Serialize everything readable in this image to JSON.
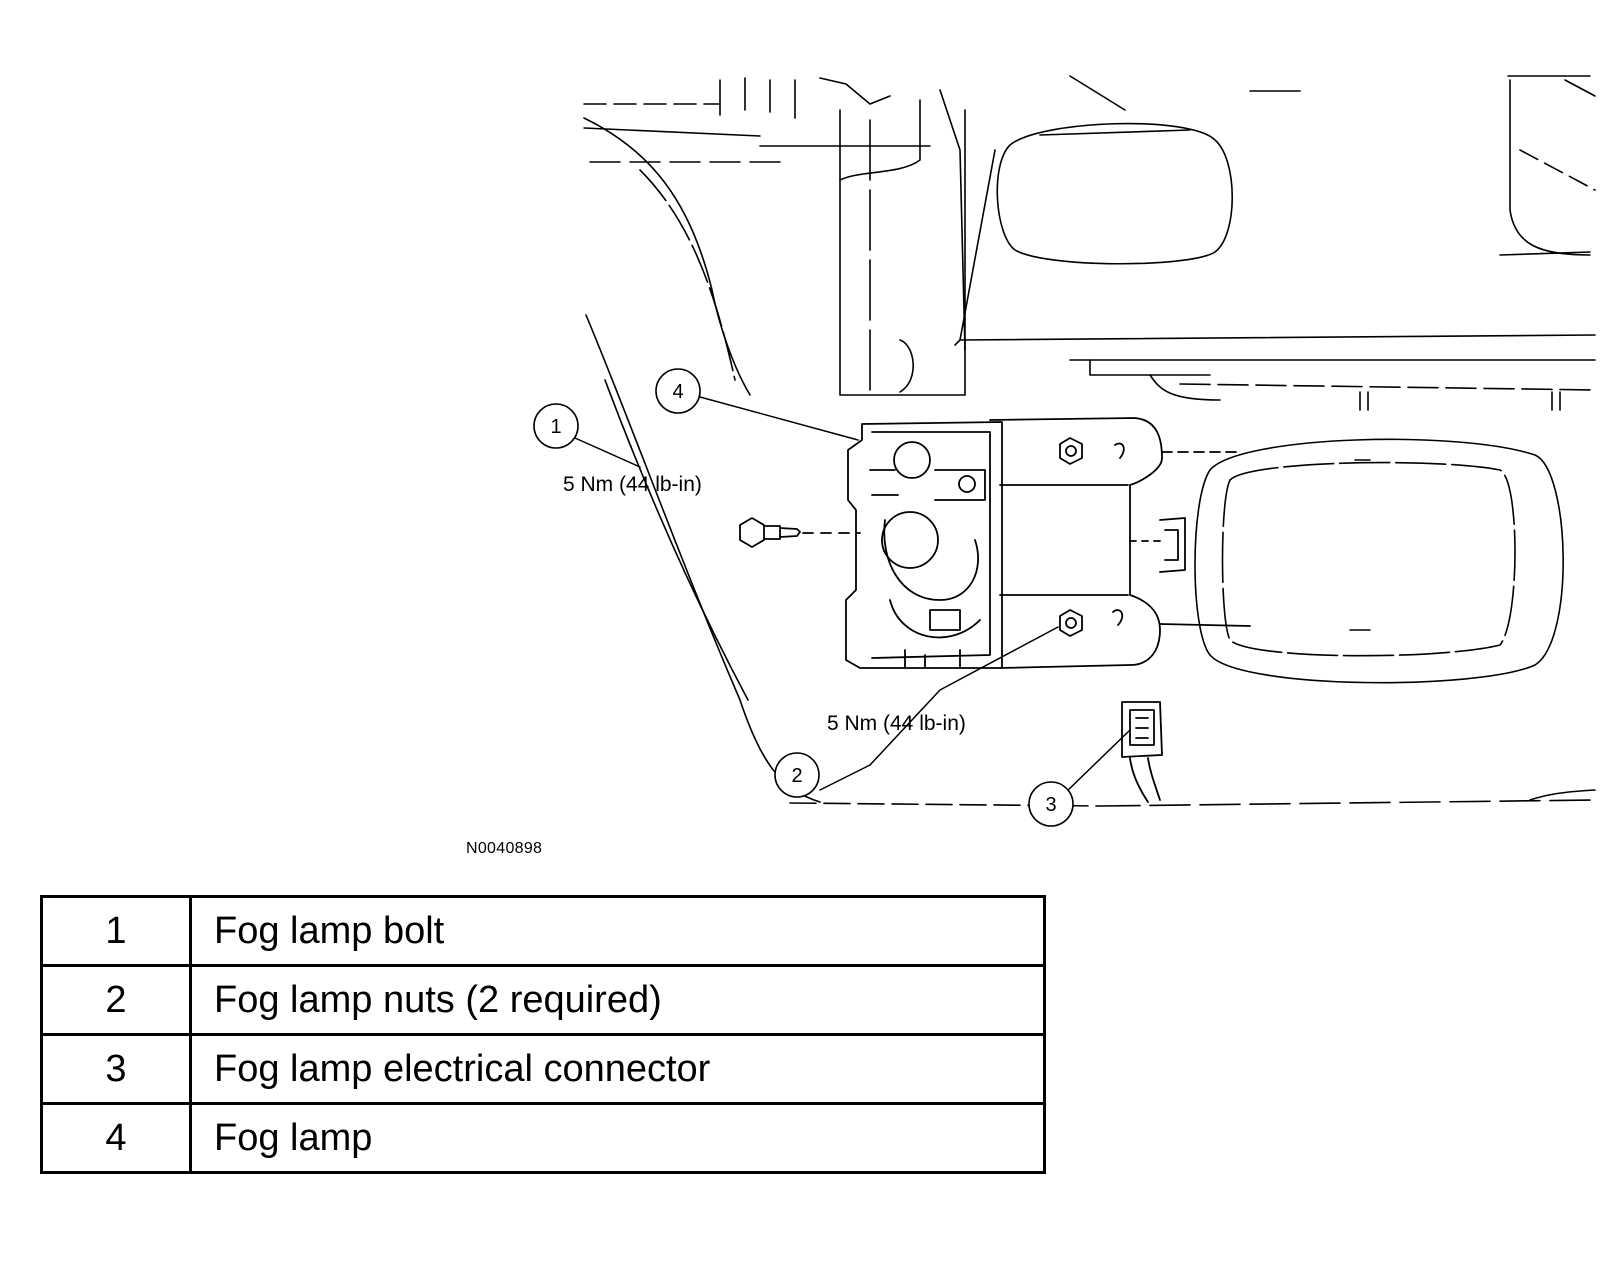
{
  "figure": {
    "callouts": [
      "1",
      "2",
      "3",
      "4"
    ],
    "torque_bolt": "5 Nm (44 lb-in)",
    "torque_nuts": "5 Nm (44 lb-in)",
    "figure_id": "N0040898"
  },
  "legend": {
    "rows": [
      {
        "num": "1",
        "desc": "Fog lamp bolt"
      },
      {
        "num": "2",
        "desc": "Fog lamp nuts (2 required)"
      },
      {
        "num": "3",
        "desc": "Fog lamp electrical connector"
      },
      {
        "num": "4",
        "desc": "Fog lamp"
      }
    ]
  }
}
